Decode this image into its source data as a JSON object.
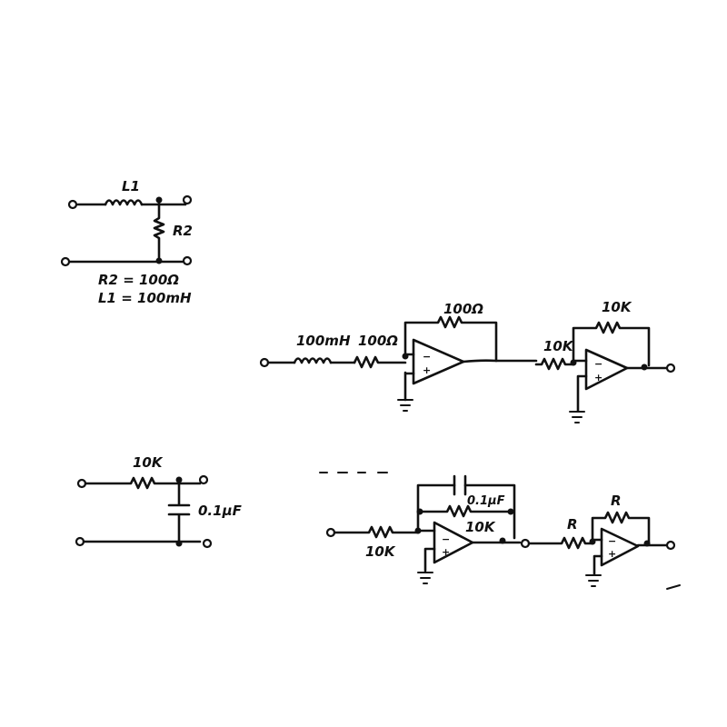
{
  "rl_network": {
    "inductor_label": "L1",
    "resistor_label": "R2",
    "values": [
      "R2 = 100Ω",
      "L1 = 100mH"
    ]
  },
  "rl_opamp_circuit": {
    "input_inductor": "100mH",
    "input_resistor": "100Ω",
    "feedback_resistor": "100Ω",
    "inverter_input_resistor": "10K",
    "inverter_feedback_resistor": "10K"
  },
  "rc_network": {
    "resistor_label": "10K",
    "capacitor_label": "0.1μF"
  },
  "rc_opamp_circuit": {
    "input_resistor": "10K",
    "feedback_capacitor": "0.1μF",
    "feedback_resistor": "10K",
    "inverter_input_resistor": "R",
    "inverter_feedback_resistor": "R"
  }
}
